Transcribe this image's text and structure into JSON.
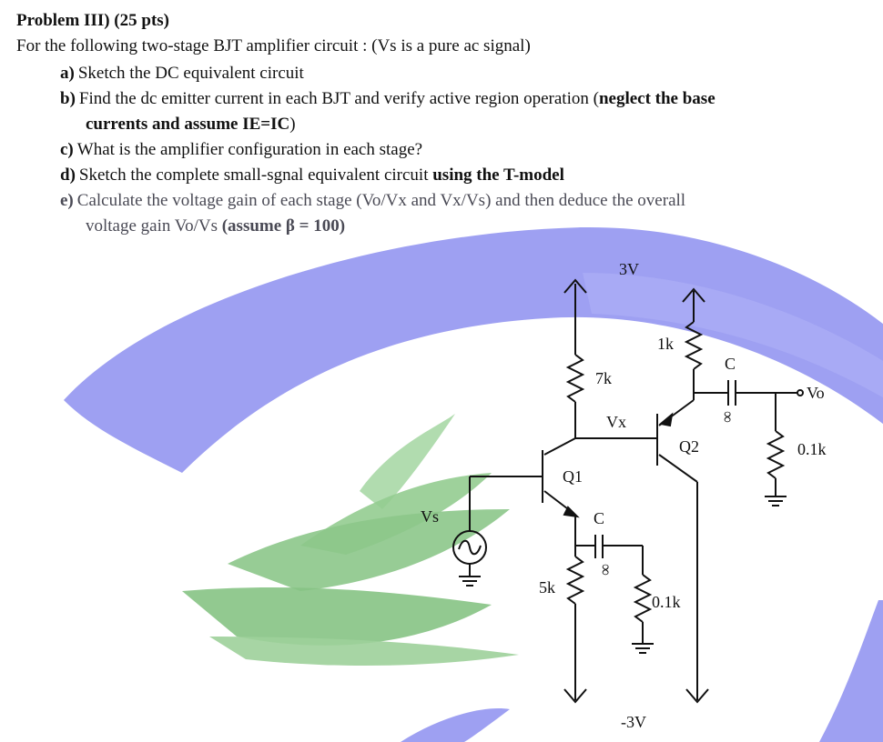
{
  "problem": {
    "title": "Problem III) (25 pts)",
    "intro": "For the following two-stage BJT amplifier circuit : (Vs is a pure ac signal)"
  },
  "questions": [
    {
      "label": "a)",
      "text": "Sketch the DC equivalent circuit"
    },
    {
      "label": "b)",
      "text": "Find the dc emitter current in each BJT and verify active region operation (",
      "bold_text": "neglect the base",
      "line2_bold": "currents and assume IE=IC",
      "line2_tail": ")"
    },
    {
      "label": "c)",
      "text": "What is the amplifier configuration in each stage?"
    },
    {
      "label": "d)",
      "text": "Sketch the complete small-sgnal equivalent circuit ",
      "bold_text": "using the T-model"
    },
    {
      "label": "e)",
      "text": "Calculate the voltage gain of each stage (Vo/Vx and Vx/Vs) and then deduce the overall",
      "line2": "voltage gain Vo/Vs ",
      "line2_bold": "(assume β = 100)"
    }
  ],
  "circuit": {
    "supply_top": "3V",
    "supply_bottom": "-3V",
    "r_collector_q1": "7k",
    "r_collector_q2": "1k",
    "r_emitter_q1": "5k",
    "r_bypass": "0.1k",
    "r_load": "0.1k",
    "cap_label_1": "C",
    "cap_label_2": "C",
    "infinity_1": "∞",
    "infinity_2": "∞",
    "node_vx": "Vx",
    "node_vo": "Vo",
    "source_vs": "Vs",
    "transistor_1": "Q1",
    "transistor_2": "Q2"
  },
  "colors": {
    "watermark_blue": "#8d8ff0",
    "watermark_green": "#8cc68a",
    "wire": "#111111"
  }
}
